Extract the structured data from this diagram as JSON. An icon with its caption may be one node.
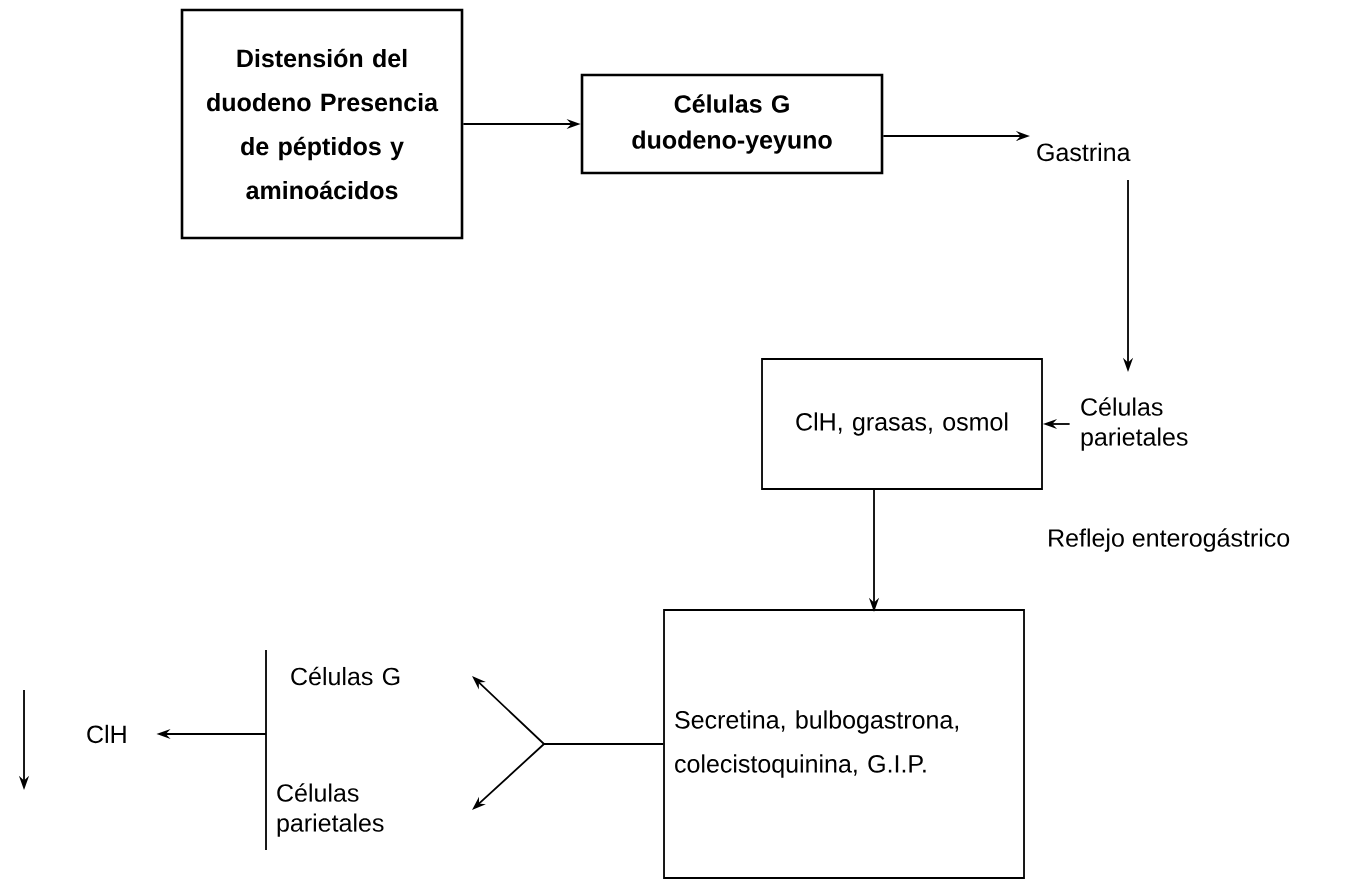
{
  "diagram": {
    "nodes": [
      {
        "text": [
          "Distensión del duodeno Presencia de péptidos y aminoácidos"
        ]
      },
      {
        "text": [
          "Células G duodeno-yeyuno"
        ]
      },
      {
        "text": [
          "Gastrina"
        ]
      },
      {
        "text": [
          "Células parietales"
        ]
      },
      {
        "text": [
          "ClH, grasas, osmol"
        ]
      },
      {
        "text": [
          "Secretina, bulbogastrona, colecistoquinina, G.I.P."
        ]
      },
      {
        "text": [
          "Células G"
        ]
      },
      {
        "text": [
          "Células parietales"
        ]
      },
      {
        "text": [
          "ClH"
        ]
      }
    ],
    "edges": [
      {
        "from": 0,
        "to": 1,
        "arrow": "to"
      },
      {
        "from": 1,
        "to": 2,
        "arrow": "to"
      },
      {
        "from": 2,
        "to": 3,
        "arrow": "to"
      },
      {
        "from": 3,
        "to": 4,
        "arrow": "to"
      },
      {
        "from": 4,
        "to": 5,
        "arrow": "to"
      },
      {
        "from": 5,
        "to": 6,
        "arrow": "to"
      },
      {
        "from": 5,
        "to": 7,
        "arrow": "to"
      },
      {
        "from": 6,
        "to": 8,
        "arrow": "to"
      },
      {
        "from": 7,
        "to": 8,
        "arrow": "to"
      }
    ],
    "labels": [
      "Reflejo enterogástrico"
    ]
  }
}
